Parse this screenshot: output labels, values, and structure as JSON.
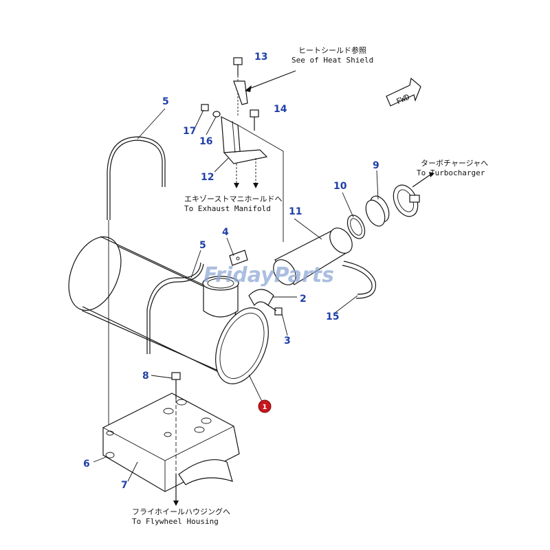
{
  "diagram": {
    "callouts": [
      {
        "id": "c13",
        "label": "13"
      },
      {
        "id": "c14",
        "label": "14"
      },
      {
        "id": "c17",
        "label": "17"
      },
      {
        "id": "c16",
        "label": "16"
      },
      {
        "id": "c12",
        "label": "12"
      },
      {
        "id": "c5a",
        "label": "5"
      },
      {
        "id": "c5b",
        "label": "5"
      },
      {
        "id": "c4",
        "label": "4"
      },
      {
        "id": "c9",
        "label": "9"
      },
      {
        "id": "c10",
        "label": "10"
      },
      {
        "id": "c11",
        "label": "11"
      },
      {
        "id": "c2",
        "label": "2"
      },
      {
        "id": "c3",
        "label": "3"
      },
      {
        "id": "c15",
        "label": "15"
      },
      {
        "id": "c8",
        "label": "8"
      },
      {
        "id": "c6",
        "label": "6"
      },
      {
        "id": "c7",
        "label": "7"
      }
    ],
    "main_part_label": "1",
    "notes": {
      "heat_shield_jp": "ヒートシールド参照",
      "heat_shield_en": "See of Heat Shield",
      "exhaust_manifold_jp": "エキゾーストマニホールドへ",
      "exhaust_manifold_en": "To Exhaust Manifold",
      "turbocharger_jp": "ターボチャージャへ",
      "turbocharger_en": "To Turbocharger",
      "flywheel_jp": "フライホイールハウジングへ",
      "flywheel_en": "To Flywheel Housing"
    },
    "fwd_label": "FWD",
    "watermark": "FridayParts",
    "colors": {
      "callout": "#1f3fa8",
      "badge": "#c8161d",
      "line": "#111111",
      "watermark": "#8fa9d6"
    }
  }
}
